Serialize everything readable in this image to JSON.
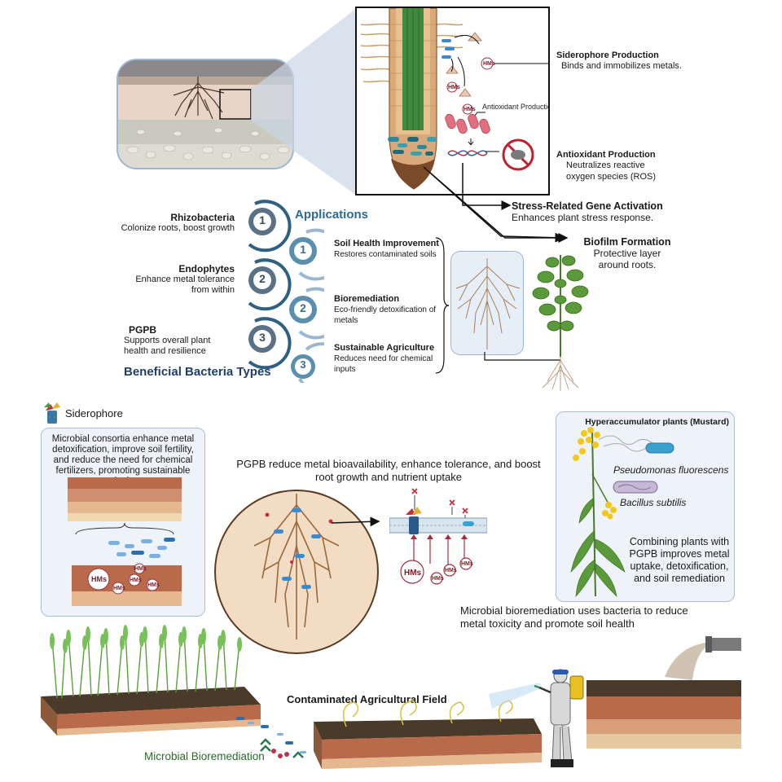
{
  "callouts": {
    "siderophore": {
      "title": "Siderophore Production",
      "desc": "Binds and immobilizes metals."
    },
    "antioxidant": {
      "title": "Antioxidant Production",
      "desc": "Neutralizes reactive oxygen species (ROS)"
    },
    "antioxidant_inner": "Antioxidant Production",
    "stress": {
      "title": "Stress-Related Gene Activation",
      "desc": "Enhances plant stress response."
    },
    "biofilm": {
      "title": "Biofilm Formation",
      "desc": "Protective layer around roots."
    }
  },
  "root_labels": {
    "hms": "HMs"
  },
  "bacteria_types": {
    "heading": "Beneficial Bacteria Types",
    "items": [
      {
        "num": "1",
        "title": "Rhizobacteria",
        "desc": "Colonize roots, boost growth"
      },
      {
        "num": "2",
        "title": "Endophytes",
        "desc": "Enhance metal tolerance from within"
      },
      {
        "num": "3",
        "title": "PGPB",
        "desc": "Supports overall plant health and resilience"
      }
    ]
  },
  "applications": {
    "heading": "Applications",
    "items": [
      {
        "num": "1",
        "title": "Soil Health Improvement",
        "desc": "Restores contaminated soils"
      },
      {
        "num": "2",
        "title": "Bioremediation",
        "desc": "Eco-friendly detoxification of metals"
      },
      {
        "num": "3",
        "title": "Sustainable Agriculture",
        "desc": "Reduces need for chemical inputs"
      }
    ]
  },
  "bottom": {
    "siderophore_label": "Siderophore",
    "consortia_text": "Microbial consortia enhance metal detoxification, improve soil fertility, and reduce the need for chemical fertilizers, promoting sustainable agriculture",
    "pgpb_text": "PGPB reduce metal bioavailability, enhance tolerance, and boost root growth and nutrient uptake",
    "hyper_title": "Hyperaccumulator plants (Mustard)",
    "bacteria1": "Pseudomonas fluorescens",
    "bacteria2": "Bacillus subtilis",
    "combining_text": "Combining plants with PGPB improves metal uptake, detoxification, and soil remediation",
    "micro_bio_text": "Microbial bioremediation uses bacteria to reduce metal toxicity and promote soil health",
    "field_label": "Contaminated Agricultural Field",
    "micro_label": "Microbial Bioremediation",
    "hms": "HMs"
  },
  "colors": {
    "accent": "#2f5f82",
    "circle": "#3a6d8f",
    "hm_red": "#b03040",
    "soil": "#8a5a3a"
  }
}
